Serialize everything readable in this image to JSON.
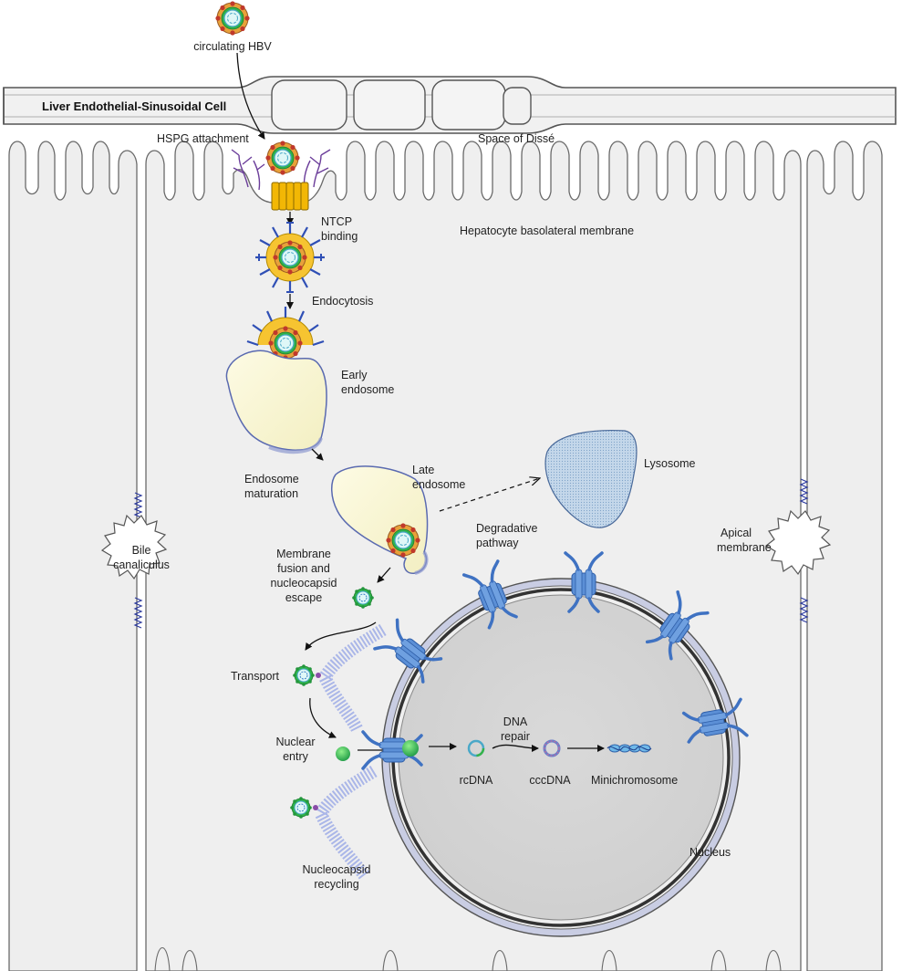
{
  "labels": {
    "circulating_hbv": "circulating HBV",
    "liver_endothelial_cell": "Liver Endothelial-Sinusoidal Cell",
    "hspg_attachment": "HSPG attachment",
    "space_of_disse": "Space of Dissé",
    "ntcp_binding_1": "NTCP",
    "ntcp_binding_2": "binding",
    "hepatocyte_basolateral_membrane": "Hepatocyte basolateral membrane",
    "endocytosis": "Endocytosis",
    "early_endosome_1": "Early",
    "early_endosome_2": "endosome",
    "late_endosome_1": "Late",
    "late_endosome_2": "endosome",
    "endosome_maturation_1": "Endosome",
    "endosome_maturation_2": "maturation",
    "lysosome": "Lysosome",
    "degradative_pathway_1": "Degradative",
    "degradative_pathway_2": "pathway",
    "bile_canaliculus_1": "Bile",
    "bile_canaliculus_2": "canaliculus",
    "apical_membrane_1": "Apical",
    "apical_membrane_2": "membrane",
    "membrane_fusion_1": "Membrane",
    "membrane_fusion_2": "fusion and",
    "membrane_fusion_3": "nucleocapsid",
    "membrane_fusion_4": "escape",
    "transport": "Transport",
    "nuclear_entry_1": "Nuclear",
    "nuclear_entry_2": "entry",
    "dna_repair_1": "DNA",
    "dna_repair_2": "repair",
    "rcdna": "rcDNA",
    "cccdna": "cccDNA",
    "minichromosome": "Minichromosome",
    "nucleus": "Nucleus",
    "nucleocapsid_recycling_1": "Nucleocapsid",
    "nucleocapsid_recycling_2": "recycling"
  },
  "colors": {
    "cell_fill": "#efefef",
    "membrane_stroke": "#6a6a6a",
    "endosome_fill": "#fbf8d4",
    "endosome_edge": "#8f9ad0",
    "lysosome_fill": "#b9d0e6",
    "nucleus_fill": "#d6d6d6",
    "nuclear_envelope": "#c9cde3",
    "pore_blue": "#5b8fd6",
    "ntcp_yellow": "#f2b705",
    "hspg_purple": "#6b3d9a",
    "capsid_green": "#35b34a",
    "envelope_blue": "#2f4fb5",
    "microtubule": "#aab6e8",
    "junction_blue": "#2c3a9e"
  }
}
